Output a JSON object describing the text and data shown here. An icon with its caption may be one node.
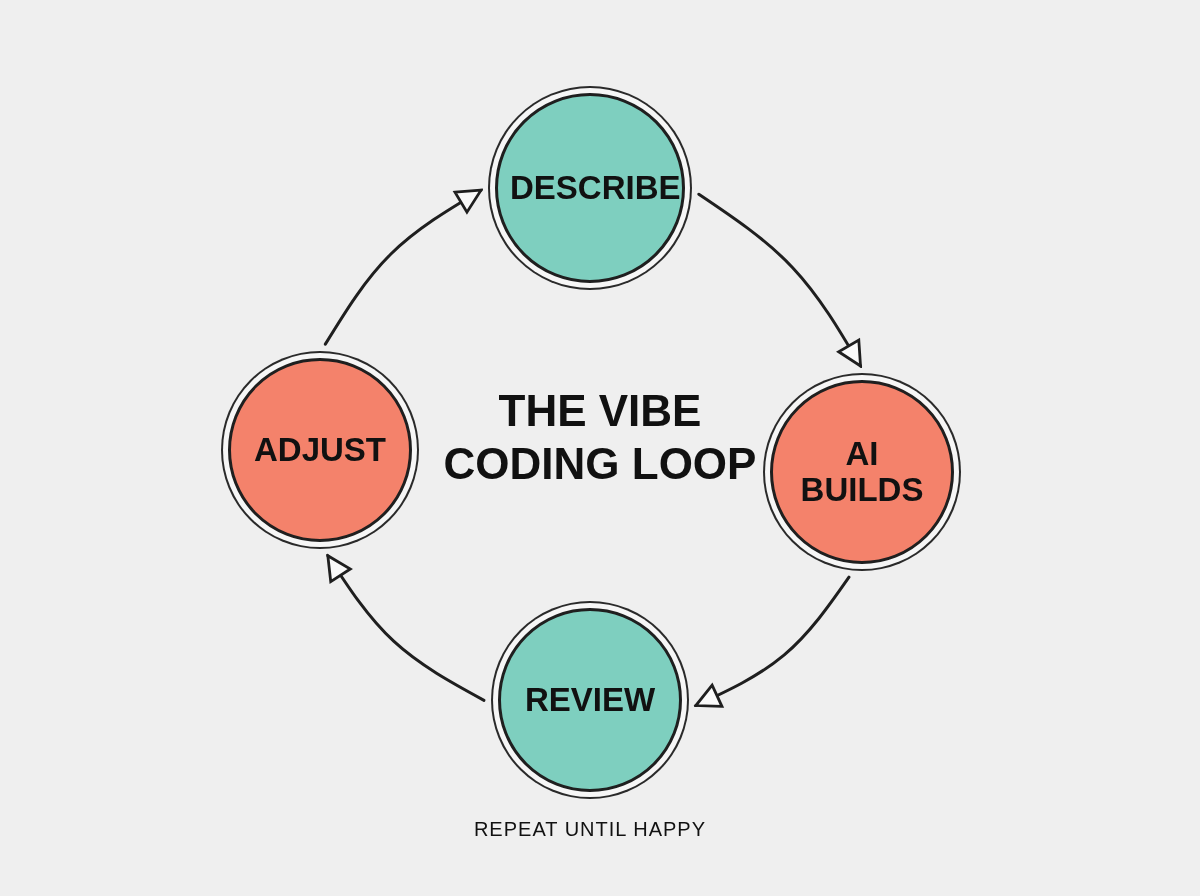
{
  "diagram": {
    "title": "THE VIBE CODING LOOP",
    "caption": "REPEAT UNTIL HAPPY",
    "nodes": [
      {
        "text": [
          "DESCRIBE"
        ]
      },
      {
        "text": [
          "AI BUILDS"
        ]
      },
      {
        "text": [
          "REVIEW"
        ]
      },
      {
        "text": [
          "ADJUST"
        ]
      }
    ],
    "edges": [
      {
        "from": 0,
        "to": 1,
        "arrow": "to"
      },
      {
        "from": 1,
        "to": 2,
        "arrow": "to"
      },
      {
        "from": 2,
        "to": 3,
        "arrow": "to"
      },
      {
        "from": 3,
        "to": 0,
        "arrow": "to"
      }
    ]
  }
}
